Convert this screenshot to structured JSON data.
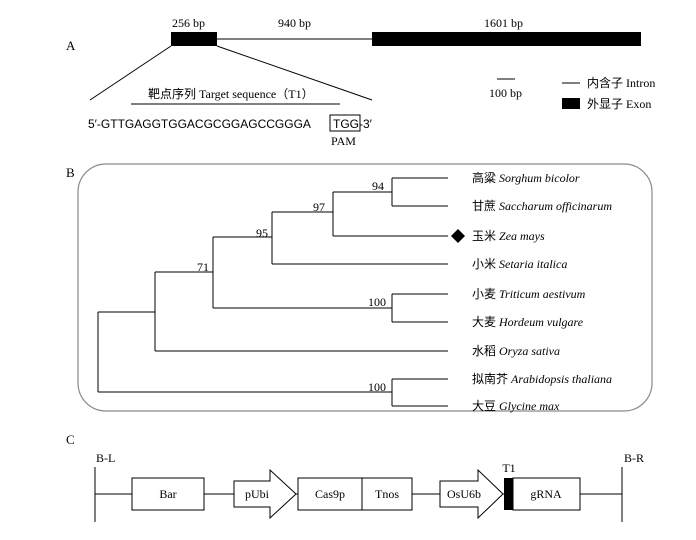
{
  "panel_a": {
    "label": "A",
    "exon1_len": "256 bp",
    "intron_len": "940 bp",
    "exon2_len": "1601 bp",
    "target_title": "靶点序列 Target sequence（T1）",
    "sequence_main": "5′-GTTGAGGTGGACGCGGAGCCGGGA",
    "pam_seq": "TGG",
    "sequence_end": "-3′",
    "pam_label": "PAM",
    "scale_label": "100 bp",
    "legend": {
      "intron": "内含子 Intron",
      "exon": "外显子 Exon"
    }
  },
  "panel_b": {
    "label": "B",
    "taxa": [
      {
        "cn": "高粱",
        "latin": "Sorghum bicolor"
      },
      {
        "cn": "甘蔗",
        "latin": "Saccharum officinarum"
      },
      {
        "cn": "玉米",
        "latin": "Zea mays"
      },
      {
        "cn": "小米",
        "latin": "Setaria italica"
      },
      {
        "cn": "小麦",
        "latin": "Triticum aestivum"
      },
      {
        "cn": "大麦",
        "latin": "Hordeum vulgare"
      },
      {
        "cn": "水稻",
        "latin": "Oryza sativa"
      },
      {
        "cn": "拟南芥",
        "latin": "Arabidopsis thaliana"
      },
      {
        "cn": "大豆",
        "latin": "Glycine max"
      }
    ],
    "bootstrap": [
      "94",
      "97",
      "95",
      "71",
      "100",
      "100"
    ],
    "highlight_icon": "diamond-marker"
  },
  "panel_c": {
    "label": "C",
    "left_border": "B-L",
    "right_border": "B-R",
    "bar": "Bar",
    "pubi": "pUbi",
    "cas9p": "Cas9p",
    "tnos": "Tnos",
    "osu6b": "OsU6b",
    "t1": "T1",
    "grna": "gRNA"
  }
}
